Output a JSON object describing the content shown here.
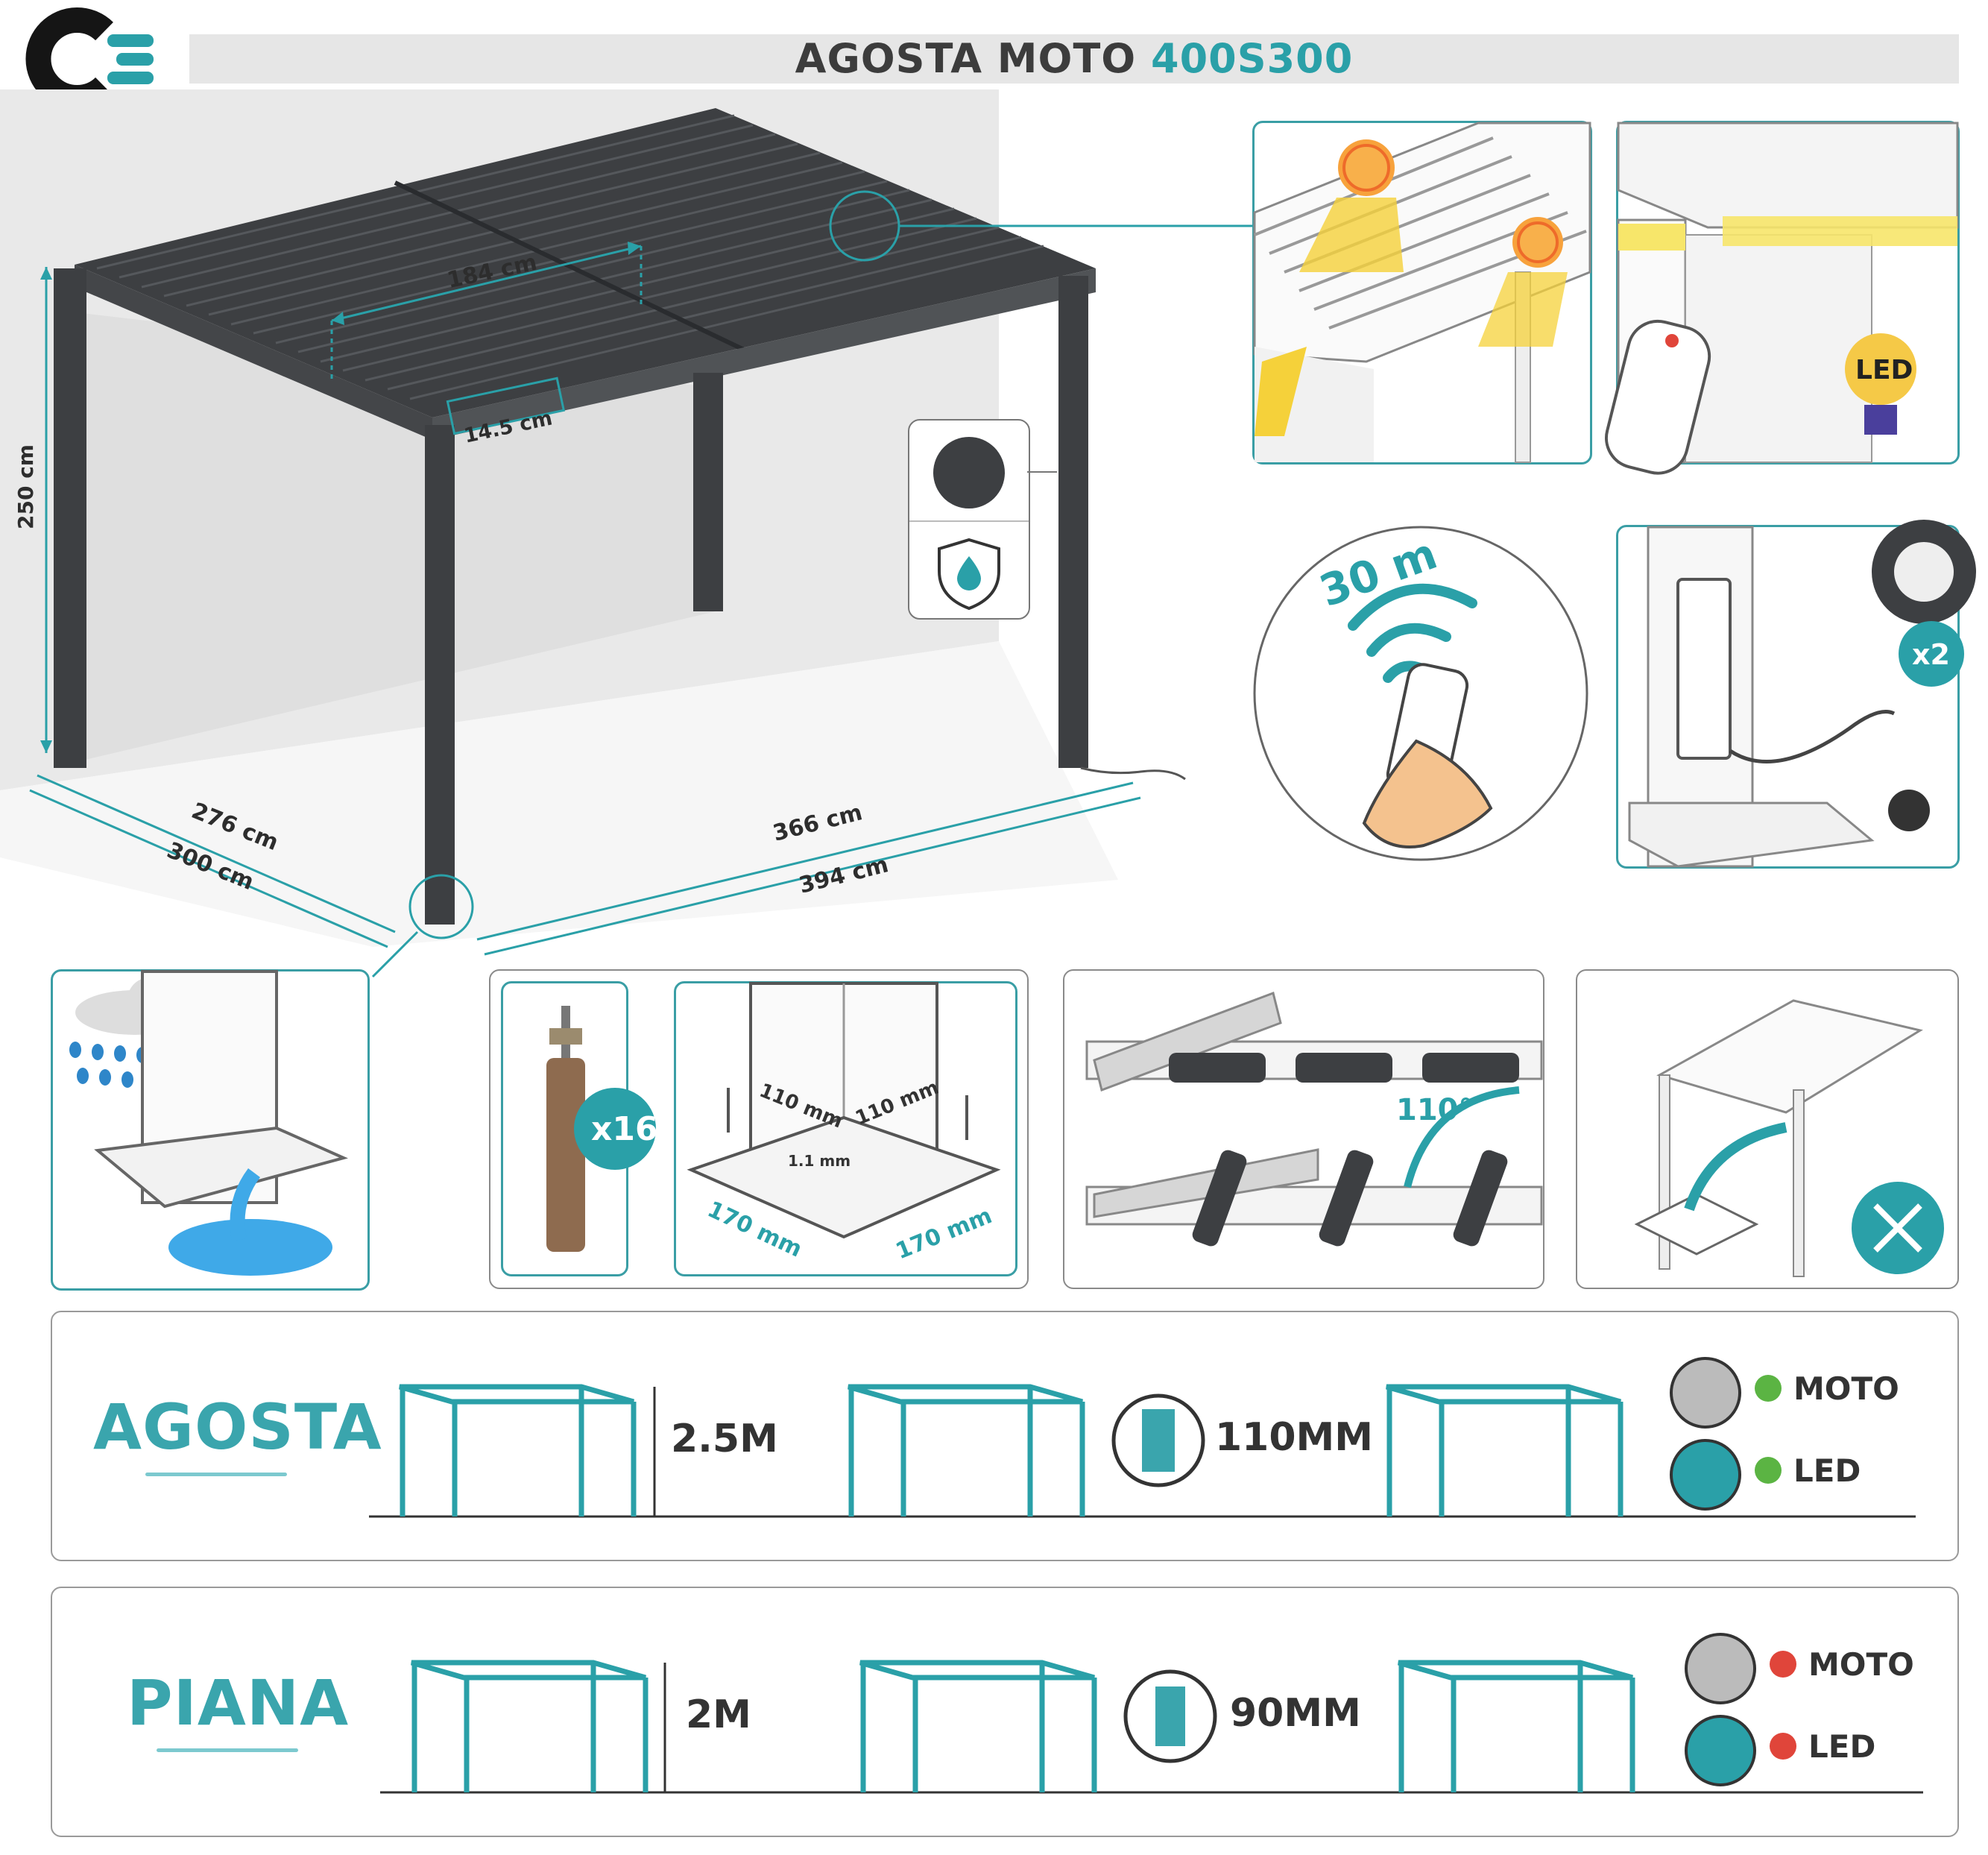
{
  "header": {
    "logo_letters": "CE",
    "title_main": "AGOSTA MOTO",
    "title_accent": "400S300"
  },
  "dimensions": {
    "roof_span": "184 cm",
    "beam_height": "14.5 cm",
    "height": "250 cm",
    "inner_depth": "276 cm",
    "outer_depth": "300 cm",
    "inner_width": "366 cm",
    "outer_width": "394 cm"
  },
  "features": {
    "remote_range": "30 m",
    "power_count": "x2",
    "led_badge": "LED",
    "anchor_count": "x16",
    "post_width_1": "110 mm",
    "post_width_2": "110 mm",
    "gap": "1.1 mm",
    "base_1": "170 mm",
    "base_2": "170 mm",
    "louver_angle": "110°"
  },
  "comparison": [
    {
      "name": "AGOSTA",
      "height": "2.5M",
      "post": "110MM",
      "moto_label": "MOTO",
      "moto_ok": true,
      "led_label": "LED",
      "led_ok": true
    },
    {
      "name": "PIANA",
      "height": "2M",
      "post": "90MM",
      "moto_label": "MOTO",
      "moto_ok": false,
      "led_label": "LED",
      "led_ok": false
    }
  ],
  "colors": {
    "teal": "#2aa0a8",
    "dark": "#3d3f42",
    "check": "#5bb443",
    "cross": "#e0453a"
  }
}
